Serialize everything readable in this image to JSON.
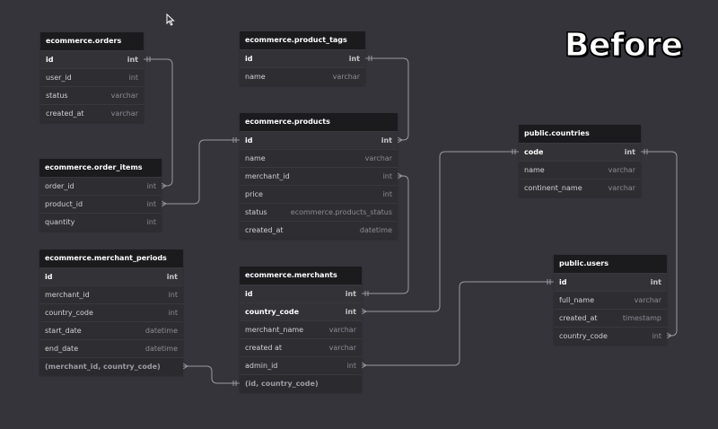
{
  "badge": "Before",
  "colors": {
    "background": "#35343b",
    "header": "#1b1b1e",
    "body": "#2d2d32",
    "wire": "#9a9aa2"
  },
  "cursor_icon": "mouse-pointer-icon",
  "tables": [
    {
      "id": "orders",
      "title": "ecommerce.orders",
      "fields": [
        {
          "name": "id",
          "type": "int",
          "pk": true
        },
        {
          "name": "user_id",
          "type": "int"
        },
        {
          "name": "status",
          "type": "varchar"
        },
        {
          "name": "created_at",
          "type": "varchar"
        }
      ]
    },
    {
      "id": "order_items",
      "title": "ecommerce.order_items",
      "fields": [
        {
          "name": "order_id",
          "type": "int"
        },
        {
          "name": "product_id",
          "type": "int"
        },
        {
          "name": "quantity",
          "type": "int"
        }
      ]
    },
    {
      "id": "merchant_periods",
      "title": "ecommerce.merchant_periods",
      "fields": [
        {
          "name": "id",
          "type": "int",
          "pk": true
        },
        {
          "name": "merchant_id",
          "type": "int"
        },
        {
          "name": "country_code",
          "type": "int"
        },
        {
          "name": "start_date",
          "type": "datetime"
        },
        {
          "name": "end_date",
          "type": "datetime"
        },
        {
          "name": "(merchant_id, country_code)",
          "type": "",
          "index": true
        }
      ]
    },
    {
      "id": "product_tags",
      "title": "ecommerce.product_tags",
      "fields": [
        {
          "name": "id",
          "type": "int",
          "pk": true
        },
        {
          "name": "name",
          "type": "varchar"
        }
      ]
    },
    {
      "id": "products",
      "title": "ecommerce.products",
      "fields": [
        {
          "name": "id",
          "type": "int",
          "pk": true
        },
        {
          "name": "name",
          "type": "varchar"
        },
        {
          "name": "merchant_id",
          "type": "int"
        },
        {
          "name": "price",
          "type": "int"
        },
        {
          "name": "status",
          "type": "ecommerce.products_status"
        },
        {
          "name": "created_at",
          "type": "datetime"
        }
      ]
    },
    {
      "id": "merchants",
      "title": "ecommerce.merchants",
      "fields": [
        {
          "name": "id",
          "type": "int",
          "pk": true
        },
        {
          "name": "country_code",
          "type": "int",
          "pk": true
        },
        {
          "name": "merchant_name",
          "type": "varchar"
        },
        {
          "name": "created at",
          "type": "varchar"
        },
        {
          "name": "admin_id",
          "type": "int"
        },
        {
          "name": "(id, country_code)",
          "type": "",
          "index": true
        }
      ]
    },
    {
      "id": "countries",
      "title": "public.countries",
      "fields": [
        {
          "name": "code",
          "type": "int",
          "pk": true
        },
        {
          "name": "name",
          "type": "varchar"
        },
        {
          "name": "continent_name",
          "type": "varchar"
        }
      ]
    },
    {
      "id": "users",
      "title": "public.users",
      "fields": [
        {
          "name": "id",
          "type": "int",
          "pk": true
        },
        {
          "name": "full_name",
          "type": "varchar"
        },
        {
          "name": "created_at",
          "type": "timestamp"
        },
        {
          "name": "country_code",
          "type": "int"
        }
      ]
    }
  ],
  "relations": [
    {
      "from": [
        "order_items",
        0
      ],
      "to": [
        "orders",
        0
      ]
    },
    {
      "from": [
        "order_items",
        1
      ],
      "to": [
        "products",
        0
      ]
    },
    {
      "from": [
        "products",
        0
      ],
      "to": [
        "product_tags",
        0
      ]
    },
    {
      "from": [
        "products",
        2
      ],
      "to": [
        "merchants",
        0
      ]
    },
    {
      "from": [
        "merchants",
        1
      ],
      "to": [
        "countries",
        0
      ]
    },
    {
      "from": [
        "merchants",
        4
      ],
      "to": [
        "users",
        0
      ]
    },
    {
      "from": [
        "users",
        3
      ],
      "to": [
        "countries",
        0
      ]
    },
    {
      "from": [
        "merchant_periods",
        5
      ],
      "to": [
        "merchants",
        5
      ]
    }
  ]
}
